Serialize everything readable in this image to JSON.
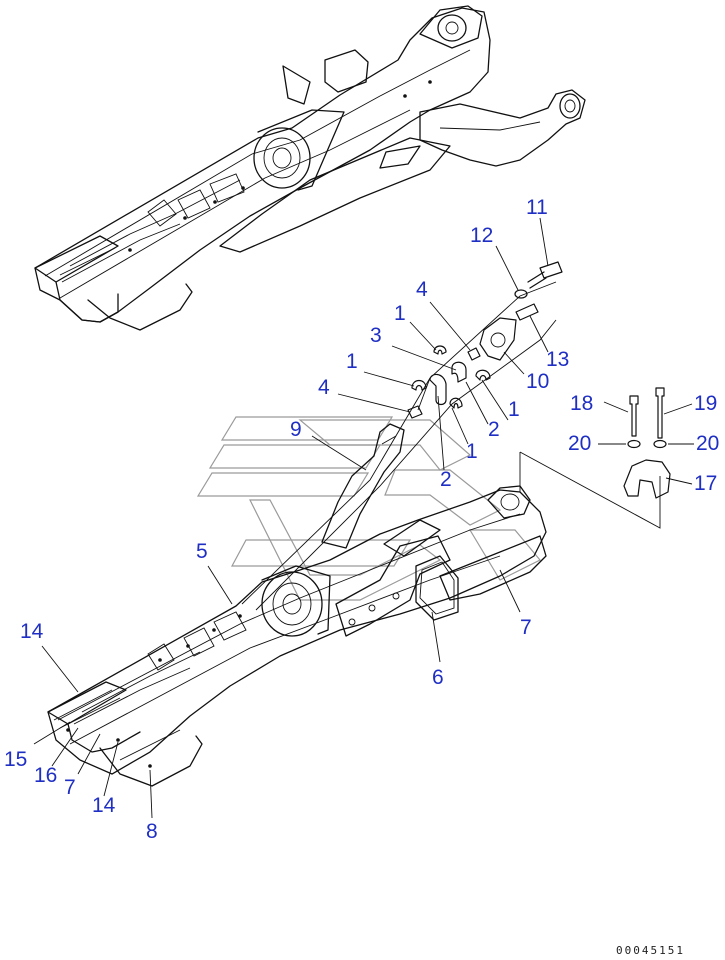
{
  "diagram": {
    "doc_number": "00045151",
    "callouts": [
      {
        "id": "c11",
        "text": "11"
      },
      {
        "id": "c12",
        "text": "12"
      },
      {
        "id": "c4a",
        "text": "4"
      },
      {
        "id": "c1a",
        "text": "1"
      },
      {
        "id": "c3",
        "text": "3"
      },
      {
        "id": "c1b",
        "text": "1"
      },
      {
        "id": "c4b",
        "text": "4"
      },
      {
        "id": "c13",
        "text": "13"
      },
      {
        "id": "c10",
        "text": "10"
      },
      {
        "id": "c1c",
        "text": "1"
      },
      {
        "id": "c2a",
        "text": "2"
      },
      {
        "id": "c1d",
        "text": "1"
      },
      {
        "id": "c2b",
        "text": "2"
      },
      {
        "id": "c9",
        "text": "9"
      },
      {
        "id": "c18",
        "text": "18"
      },
      {
        "id": "c19",
        "text": "19"
      },
      {
        "id": "c20a",
        "text": "20"
      },
      {
        "id": "c20b",
        "text": "20"
      },
      {
        "id": "c17",
        "text": "17"
      },
      {
        "id": "c5",
        "text": "5"
      },
      {
        "id": "c7a",
        "text": "7"
      },
      {
        "id": "c6",
        "text": "6"
      },
      {
        "id": "c14a",
        "text": "14"
      },
      {
        "id": "c15",
        "text": "15"
      },
      {
        "id": "c16",
        "text": "16"
      },
      {
        "id": "c7b",
        "text": "7"
      },
      {
        "id": "c14b",
        "text": "14"
      },
      {
        "id": "c8",
        "text": "8"
      }
    ]
  }
}
